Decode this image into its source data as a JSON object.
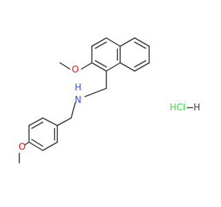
{
  "molecule": {
    "atoms": {
      "o_upper": {
        "text": "O",
        "color": "#ff0d0d"
      },
      "nh": {
        "text": "H",
        "color": "#3050f8"
      },
      "n": {
        "text": "N",
        "color": "#3050f8"
      },
      "o_lower": {
        "text": "O",
        "color": "#ff0d0d"
      },
      "salt": {
        "text": "HCl",
        "color": "#1ff01f"
      },
      "salt_h": {
        "text": "H",
        "color": "#404040"
      }
    },
    "bond_color": "#404040"
  }
}
